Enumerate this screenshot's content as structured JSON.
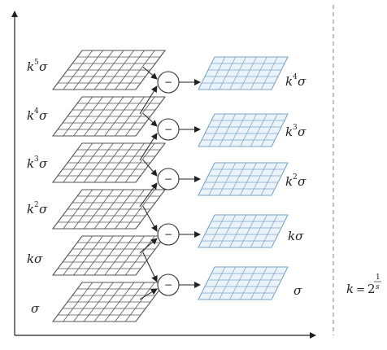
{
  "left_labels": [
    {
      "base": "k",
      "exp": "5",
      "sym": "σ"
    },
    {
      "base": "k",
      "exp": "4",
      "sym": "σ"
    },
    {
      "base": "k",
      "exp": "3",
      "sym": "σ"
    },
    {
      "base": "k",
      "exp": "2",
      "sym": "σ"
    },
    {
      "base": "k",
      "exp": "",
      "sym": "σ"
    },
    {
      "base": "",
      "exp": "",
      "sym": "σ"
    }
  ],
  "right_labels": [
    {
      "base": "k",
      "exp": "4",
      "sym": "σ"
    },
    {
      "base": "k",
      "exp": "3",
      "sym": "σ"
    },
    {
      "base": "k",
      "exp": "2",
      "sym": "σ"
    },
    {
      "base": "k",
      "exp": "",
      "sym": "σ"
    },
    {
      "base": "",
      "exp": "",
      "sym": "σ"
    }
  ],
  "operator_symbol": "−",
  "formula": {
    "lhs": "k",
    "eq": "=",
    "base": "2",
    "num": "1",
    "den": "s"
  },
  "colors": {
    "left_grid": "#555555",
    "right_grid": "#7fa6c9",
    "right_fill": "#eaf3fa",
    "axis": "#222222"
  }
}
